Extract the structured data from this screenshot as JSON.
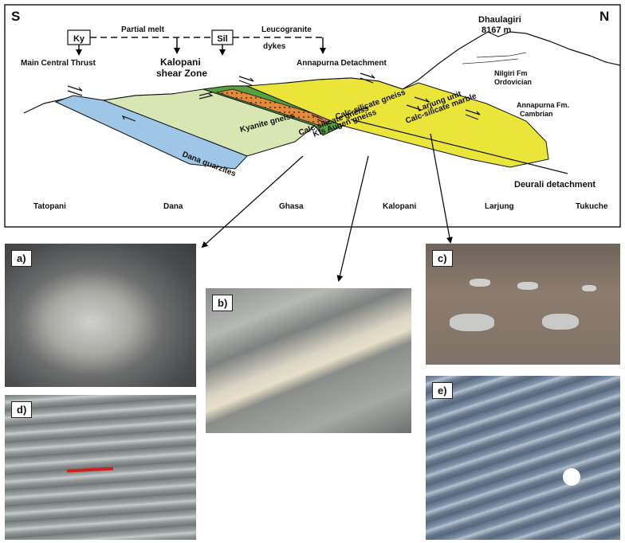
{
  "section": {
    "south": "S",
    "north": "N",
    "minerals": {
      "ky": "Ky",
      "sil": "Sil"
    },
    "process_labels": {
      "partial_melt": "Partial melt",
      "leucogranite_1": "Leucogranite",
      "leucogranite_2": "dykes"
    },
    "structures": {
      "mct": "Main Central Thrust",
      "kalopani_1": "Kalopani",
      "kalopani_2": "shear Zone",
      "annapurna_det": "Annapurna Detachment",
      "deurali": "Deurali detachment"
    },
    "peak": {
      "name": "Dhaulagiri",
      "elevation": "8167 m"
    },
    "formations": {
      "nilgiri_1": "Nilgiri Fm",
      "nilgiri_2": "Ordovician",
      "annapurna_fm_1": "Annapurna Fm.",
      "annapurna_fm_2": "Cambrian"
    },
    "units": {
      "dana_quarzites": "Dana quarzites",
      "kyanite_gneiss": "Kyanite gneiss",
      "calc_silicate_upper": "Calc-silicate gneiss",
      "kfs_augen": "Kfs Augen gneiss",
      "calc_silicate_lower": "Calc-silicate gneiss",
      "larjung_1": "Larjung unit",
      "larjung_2": "Calc-silicate marble"
    },
    "localities": [
      "Tatopani",
      "Dana",
      "Ghasa",
      "Kalopani",
      "Larjung",
      "Tukuche"
    ],
    "colors": {
      "dana": "#9ec6e6",
      "kyanite": "#d8e6b4",
      "green_unit": "#56a13c",
      "augen": "#e08a3a",
      "larjung": "#ebe53a"
    }
  },
  "photos": [
    {
      "id": "a",
      "label": "a)"
    },
    {
      "id": "b",
      "label": "b)"
    },
    {
      "id": "c",
      "label": "c)"
    },
    {
      "id": "d",
      "label": "d)"
    },
    {
      "id": "e",
      "label": "e)"
    }
  ]
}
